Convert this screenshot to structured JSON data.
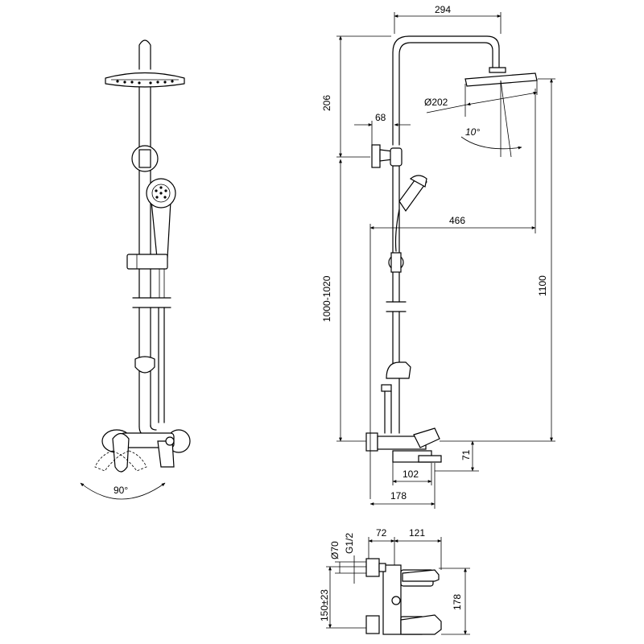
{
  "dimensions": {
    "width_294": "294",
    "height_206": "206",
    "shower_diameter": "Ø202",
    "bracket_68": "68",
    "tilt_angle": "10°",
    "reach_466": "466",
    "bar_range": "1000-1020",
    "total_height": "1100",
    "mixer_height_71": "71",
    "spout_102": "102",
    "projection_178": "178",
    "rotation_angle": "90°",
    "escutcheon_diameter": "Ø70",
    "thread_size": "G1/2",
    "offset_72": "72",
    "lever_121": "121",
    "centres_150": "150±23",
    "body_height_178": "178"
  }
}
